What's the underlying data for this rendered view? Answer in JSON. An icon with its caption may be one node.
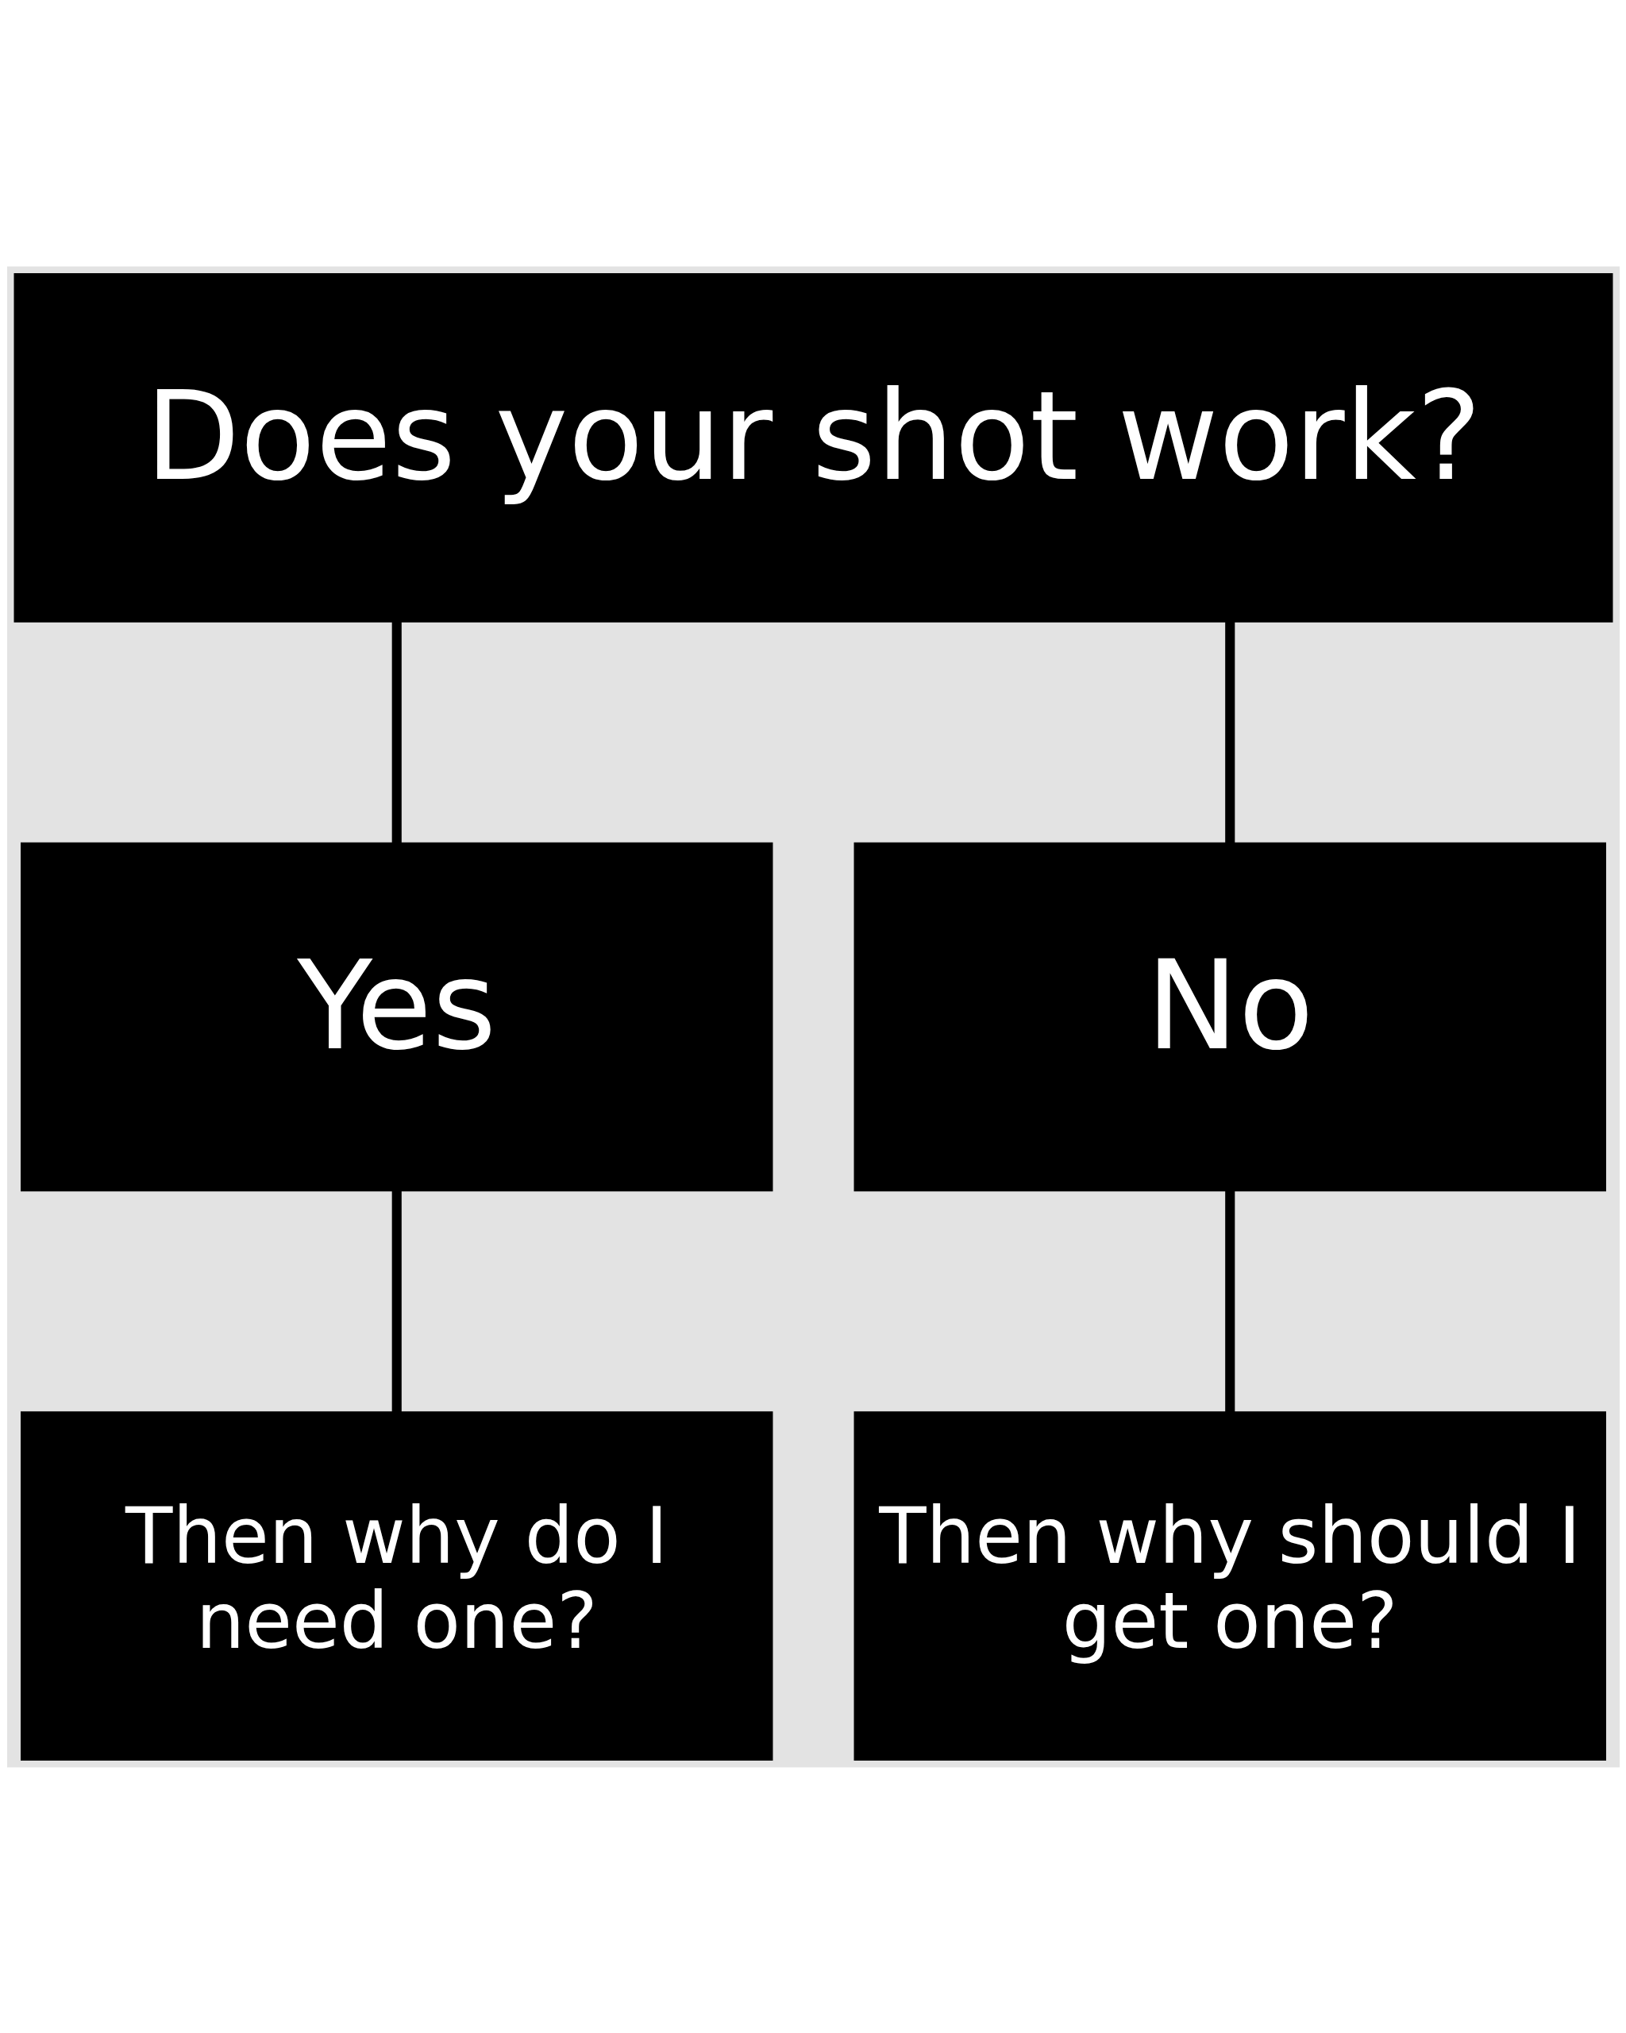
{
  "diagram": {
    "nodes": [
      {
        "text": [
          "Does your shot work?"
        ]
      },
      {
        "text": [
          "Yes"
        ]
      },
      {
        "text": [
          "No"
        ]
      },
      {
        "text": [
          "Then why do I need one?"
        ]
      },
      {
        "text": [
          "Then why should I get one?"
        ]
      }
    ],
    "edges": [
      {
        "from": 0,
        "to": 1,
        "arrow": "none"
      },
      {
        "from": 0,
        "to": 2,
        "arrow": "none"
      },
      {
        "from": 1,
        "to": 3,
        "arrow": "none"
      },
      {
        "from": 2,
        "to": 4,
        "arrow": "none"
      }
    ]
  }
}
